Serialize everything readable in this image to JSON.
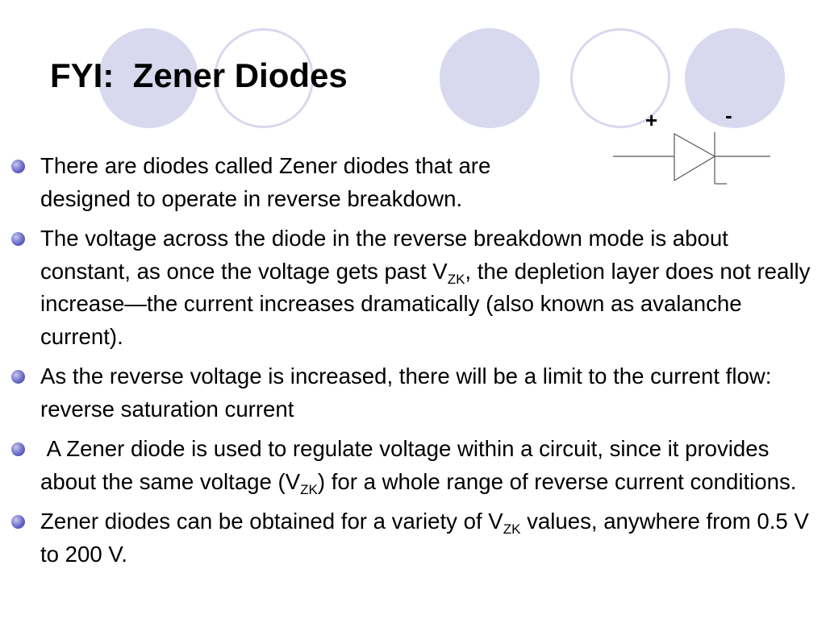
{
  "title": "FYI:  Zener Diodes",
  "diagram": {
    "plus": "+",
    "minus": "-"
  },
  "bullets": [
    {
      "a": "There are diodes called Zener diodes that are\ndesigned to operate in reverse breakdown."
    },
    {
      "a": "The voltage across the diode in the reverse breakdown mode is about constant, as once the voltage gets past V",
      "sub": "ZK",
      "b": ", the depletion layer does not really increase—the current increases dramatically (also known as avalanche current)."
    },
    {
      "a": "As the reverse voltage is increased, there will be a limit to the current flow:  reverse saturation current"
    },
    {
      "a": " A Zener diode is used to regulate voltage within a circuit, since it provides about the same voltage (V",
      "sub": "ZK",
      "b": ") for a whole range of reverse current conditions."
    },
    {
      "a": "Zener diodes can be obtained for a variety of V",
      "sub": "ZK",
      "b": " values, anywhere from 0.5 V to 200 V."
    }
  ],
  "colors": {
    "circle": "#d8d8ee",
    "bullet": "#5a5ab8"
  }
}
